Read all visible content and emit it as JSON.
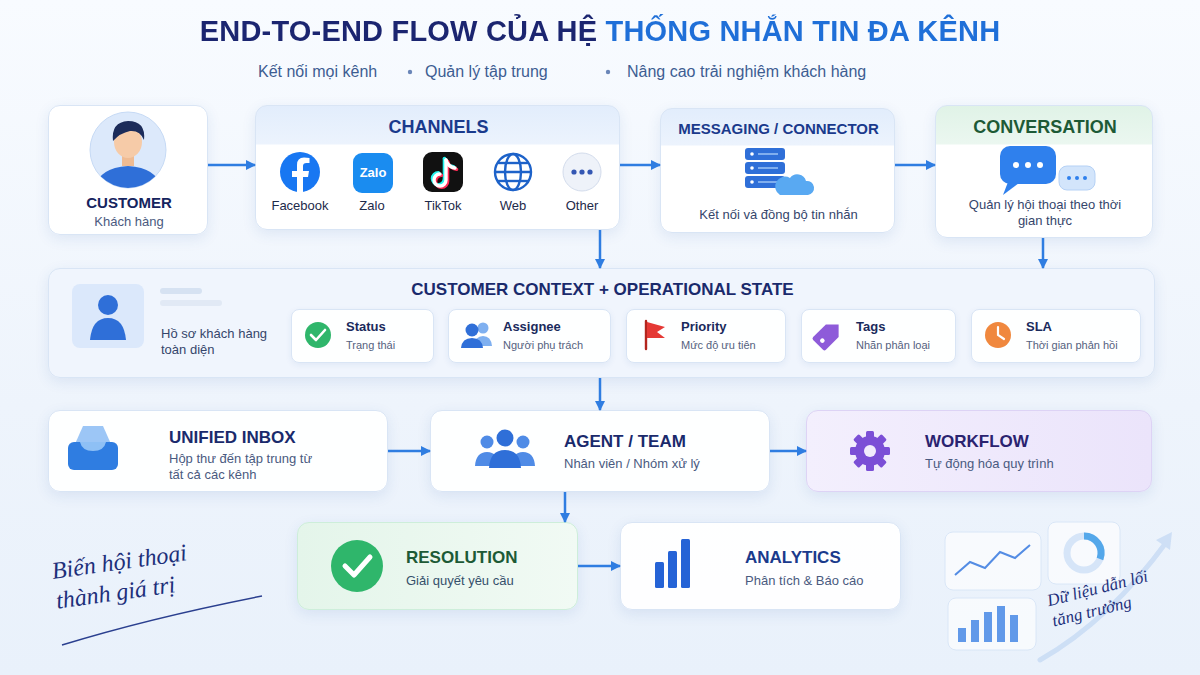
{
  "diagram": {
    "title": "END-TO-END FLOW CỦA HỆ THỐNG NHẮN TIN ĐA KÊNH",
    "nodes": [
      {
        "text": [
          "CUSTOMER",
          "Khách hàng"
        ]
      },
      {
        "text": [
          "CHANNELS"
        ]
      },
      {
        "text": [
          "Zalo"
        ],
        "in": 1
      },
      {
        "text": [
          "MESSAGING / CONNECTOR",
          "Kết nối và đồng bộ tin nhắn"
        ]
      },
      {
        "text": [
          "CONVERSATION",
          "Quản lý hội thoại theo thời gian thực"
        ]
      },
      {
        "text": [
          "CUSTOMER CONTEXT + OPERATIONAL STATE",
          "Hồ sơ khách hàng toàn diện"
        ]
      },
      {
        "text": [
          "Status",
          "Trạng thái"
        ],
        "in": 5
      },
      {
        "text": [
          "Assignee",
          "Người phụ trách"
        ],
        "in": 5
      },
      {
        "text": [
          "Priority",
          "Mức độ ưu tiên"
        ],
        "in": 5
      },
      {
        "text": [
          "Tags",
          "Nhãn phân loại"
        ],
        "in": 5
      },
      {
        "text": [
          "SLA",
          "Thời gian phản hồi"
        ],
        "in": 5
      },
      {
        "text": [
          "UNIFIED INBOX",
          "Hộp thư đến tập trung từ tất cả các kênh"
        ]
      },
      {
        "text": [
          "AGENT / TEAM",
          "Nhân viên / Nhóm xử lý"
        ]
      },
      {
        "text": [
          "WORKFLOW",
          "Tự động hóa quy trình"
        ]
      },
      {
        "text": [
          "RESOLUTION",
          "Giải quyết yêu cầu"
        ]
      },
      {
        "text": [
          "ANALYTICS",
          "Phân tích & Báo cáo"
        ]
      }
    ],
    "edges": [
      {
        "from": 0,
        "to": 1,
        "arrow": "to"
      },
      {
        "from": 1,
        "to": 3,
        "arrow": "to"
      },
      {
        "from": 3,
        "to": 4,
        "arrow": "to"
      },
      {
        "from": 1,
        "to": 5,
        "arrow": "to"
      },
      {
        "from": 4,
        "to": 5,
        "arrow": "to"
      },
      {
        "from": 5,
        "to": 12,
        "arrow": "to"
      },
      {
        "from": 11,
        "to": 12,
        "arrow": "to"
      },
      {
        "from": 12,
        "to": 13,
        "arrow": "to"
      },
      {
        "from": 12,
        "to": 14,
        "arrow": "to"
      },
      {
        "from": 14,
        "to": 15,
        "arrow": "to"
      }
    ],
    "labels": [
      "Kết nối mọi kênh",
      "Quản lý tập trung",
      "Nâng cao trải nghiệm khách hàng",
      "Facebook",
      "Zalo",
      "TikTok",
      "Web",
      "Other",
      "Biến hội thoại thành giá trị",
      "Dữ liệu dẫn lối tăng trưởng"
    ]
  }
}
